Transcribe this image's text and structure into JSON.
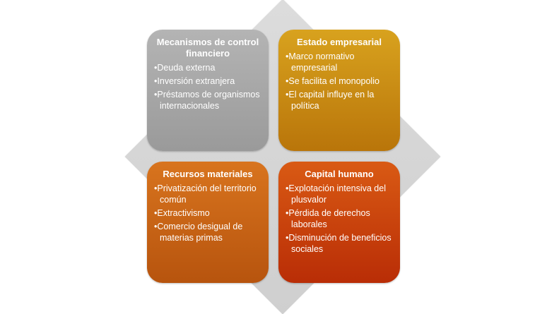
{
  "quadrants": [
    {
      "title": "Mecanismos de control financiero",
      "color": "#a8a8a8",
      "items": [
        "Deuda externa",
        "Inversión extranjera",
        "Préstamos de organismos internacionales"
      ]
    },
    {
      "title": "Estado empresarial",
      "color": "#c98c12",
      "items": [
        "Marco normativo empresarial",
        "Se facilita el monopolio",
        "El capital influye en la política"
      ]
    },
    {
      "title": "Recursos materiales",
      "color": "#c76416",
      "items": [
        "Privatización del territorio común",
        "Extractivismo",
        "Comercio desigual de materias primas"
      ]
    },
    {
      "title": "Capital humano",
      "color": "#c7420c",
      "items": [
        "Explotación intensiva del plusvalor",
        "Pérdida de derechos laborales",
        "Disminución de beneficios sociales"
      ]
    }
  ]
}
